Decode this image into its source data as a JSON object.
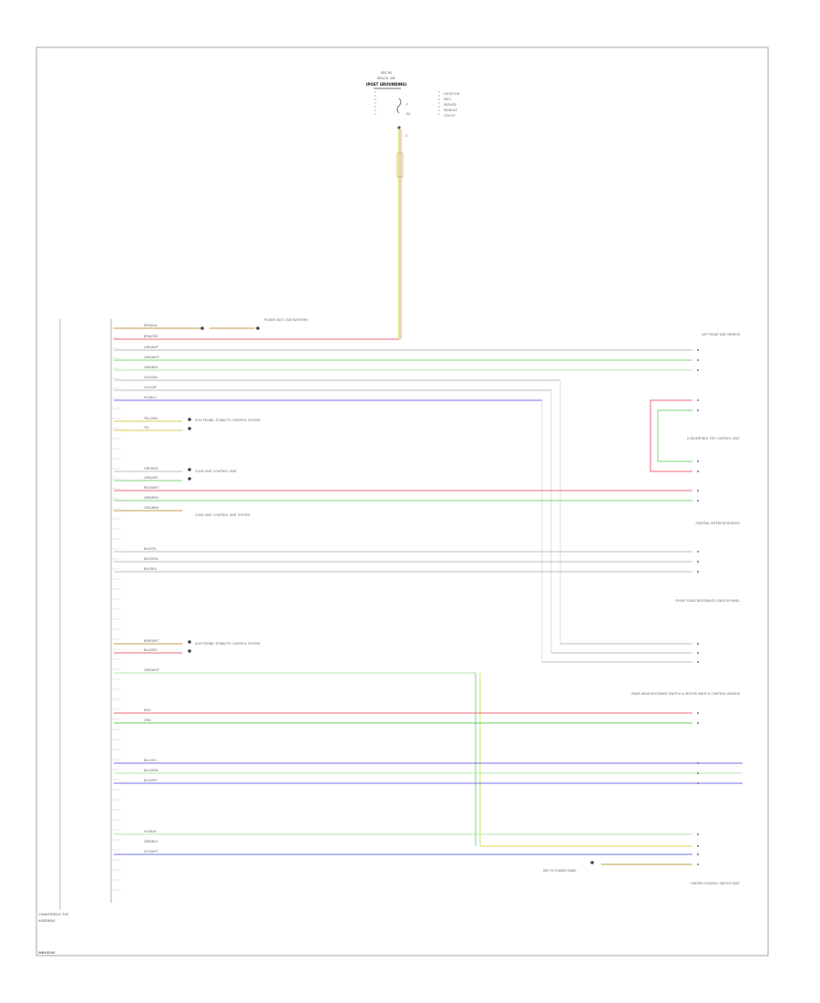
{
  "diagram": {
    "footer_code": "W6X4000",
    "fuse": {
      "line1": "SEE PS",
      "line2": "SPLICE, INF",
      "line3": "(POST GROUNDING)",
      "side_text": [
        "LOCATION",
        "INFO",
        "SERVICE",
        "MODULE",
        "UTILITY"
      ],
      "fuse_label": "F",
      "amp_label": "5A"
    },
    "module": {
      "line1": "CONVERTIBLE TOP",
      "line2": "ASSEMBLY"
    },
    "right_components": [
      "LEFT REAR SIDE MIRROR",
      "CONVERTIBLE TOP CONTROL UNIT",
      "CENTRAL INTERIOR MODULE",
      "FRONT HEAD RESTRAINTS SWITCH PANEL",
      "REAR HEAD RESTRAINT SWITCH & MOTOR SWITCH CONTROL SENSOR",
      "CENTER CONSOLE SWITCH UNIT"
    ],
    "left_notes": [
      "POWER DIST. (SEE BATTERY)",
      "ELECTRONIC STABILITY CONTROL SYSTEM",
      "CODE UNIT CONTROL UNIT",
      "CODE UNIT CONTROL UNIT SYSTEM",
      "ELECTRONIC STABILITY CONTROL SYSTEM",
      "SEE PS POWER PANEL"
    ],
    "wire_labels": {
      "red_top": "RED/BLK",
      "brn_top": "BRN/RED",
      "gry_wht": "GRY/WHT",
      "grn_wht": "GRN/WHT",
      "grn_blk": "GRN/BLK",
      "vio_grn": "VIO/GRN",
      "vio_gry": "VIO/GRY",
      "vio_blu": "VIO/BLU",
      "yel_grn": "YEL/GRN",
      "yel": "YEL",
      "gry_red": "GRY/RED",
      "grn_gry": "GRN/GRY",
      "red_wht": "RED/WHT",
      "grn_red": "GRN/RED",
      "org_brn": "ORG/BRN",
      "blk_ylw": "BLK/YEL",
      "blk_grn": "BLK/GRN",
      "blk_blu": "BLK/BLU",
      "brn_wht": "BRN/WHT",
      "blu_gry": "BLU/GRY",
      "grn_wht2": "GRN/WHT",
      "red": "RED",
      "grn": "GRN",
      "blu_vio": "BLU/VIO",
      "blu_grn": "BLU/GRN",
      "blu_gry2": "BLU/GRY",
      "vio_blk": "VIO/BLK",
      "grn_blu": "GRN/BLU",
      "vio_wht": "VIO/WHT"
    },
    "colors": {
      "frame": "#aaaaaa",
      "red": "#f06a78",
      "green": "#7cd67a",
      "light_green": "#b6e8a8",
      "blue": "#7070ee",
      "gray": "#bcbcbc",
      "yellow": "#d6d24a",
      "tan": "#c8b070",
      "orange_brown": "#c69a4a"
    }
  }
}
